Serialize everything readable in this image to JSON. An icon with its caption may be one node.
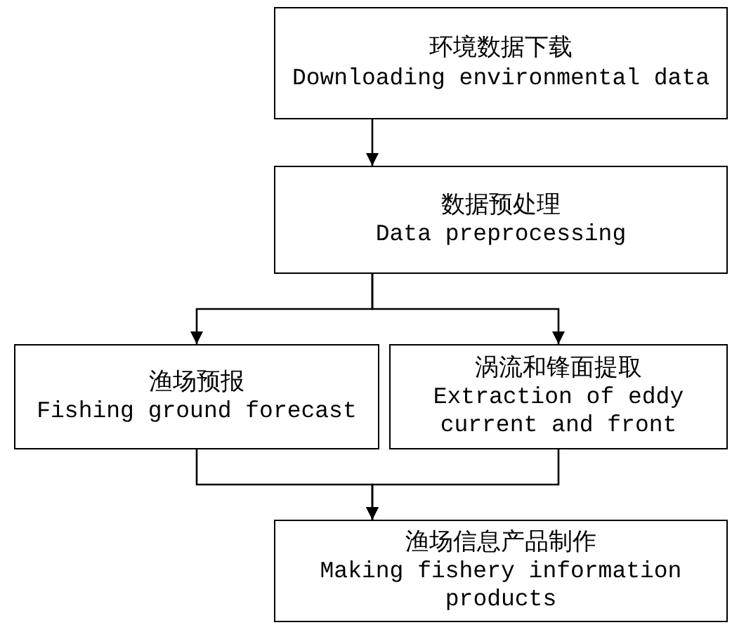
{
  "diagram": {
    "nodes": [
      {
        "text": [
          "环境数据下载",
          "Downloading environmental data"
        ]
      },
      {
        "text": [
          "数据预处理",
          "Data preprocessing"
        ]
      },
      {
        "text": [
          "渔场预报",
          "Fishing ground forecast"
        ]
      },
      {
        "text": [
          "涡流和锋面提取",
          "Extraction of eddy current and front"
        ]
      },
      {
        "text": [
          "渔场信息产品制作",
          "Making fishery information products"
        ]
      }
    ],
    "edges": [
      {
        "from": 0,
        "to": 1,
        "arrow": "to"
      },
      {
        "from": 1,
        "to": 2,
        "arrow": "to"
      },
      {
        "from": 1,
        "to": 3,
        "arrow": "to"
      },
      {
        "from": 2,
        "to": 4,
        "arrow": "to"
      },
      {
        "from": 3,
        "to": 4,
        "arrow": "to"
      }
    ]
  }
}
